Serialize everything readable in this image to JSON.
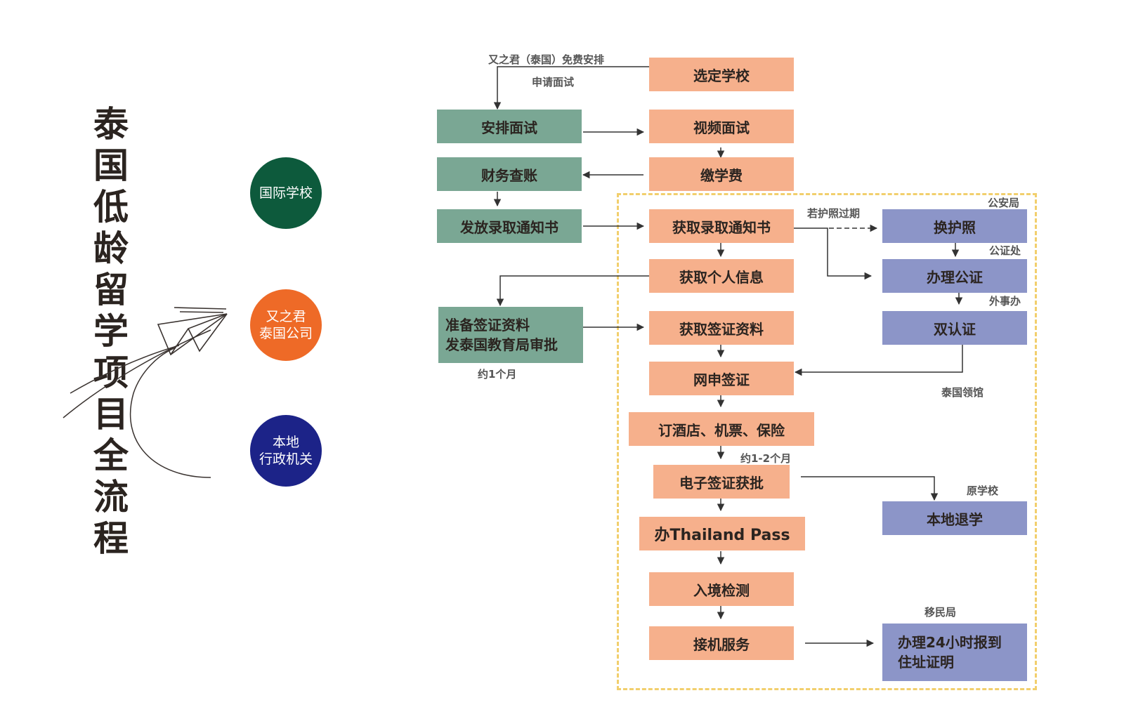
{
  "title_chars": [
    "泰",
    "国",
    "低",
    "龄",
    "留",
    "学",
    "项",
    "目",
    "全",
    "流",
    "程"
  ],
  "legend": [
    {
      "text": "国际学校",
      "color": "#0d5a3c"
    },
    {
      "text": "又之君\n泰国公司",
      "color": "#ee6a27"
    },
    {
      "text": "本地\n行政机关",
      "color": "#1c2388"
    }
  ],
  "colors": {
    "school_green": "#7aa794",
    "company_orange": "#f6b08c",
    "government_purple": "#8c95c8",
    "dashed_border": "#f2cf6d"
  },
  "boxes": {
    "select_school": "选定学校",
    "arrange_interview": "安排面试",
    "video_interview": "视频面试",
    "financial_check": "财务查账",
    "pay_tuition": "缴学费",
    "issue_admission": "发放录取通知书",
    "get_admission": "获取录取通知书",
    "renew_passport": "换护照",
    "get_personal_info": "获取个人信息",
    "notarization": "办理公证",
    "prepare_visa_docs": "准备签证资料\n发泰国教育局审批",
    "get_visa_docs": "获取签证资料",
    "double_authentication": "双认证",
    "online_visa": "网申签证",
    "book_travel": "订酒店、机票、保险",
    "evisa_approved": "电子签证获批",
    "local_withdrawal": "本地退学",
    "thailand_pass": "办Thailand Pass",
    "entry_test": "入境检测",
    "airport_pickup": "接机服务",
    "report_24h": "办理24小时报到\n住址证明"
  },
  "labels": {
    "free_arrangement": "又之君（泰国）免费安排",
    "apply_interview": "申请面试",
    "passport_expired": "若护照过期",
    "public_security": "公安局",
    "notary_office": "公证处",
    "foreign_affairs": "外事办",
    "about_one_month": "约1个月",
    "thai_consulate": "泰国领馆",
    "about_1_2_months": "约1-2个月",
    "original_school": "原学校",
    "immigration": "移民局"
  }
}
